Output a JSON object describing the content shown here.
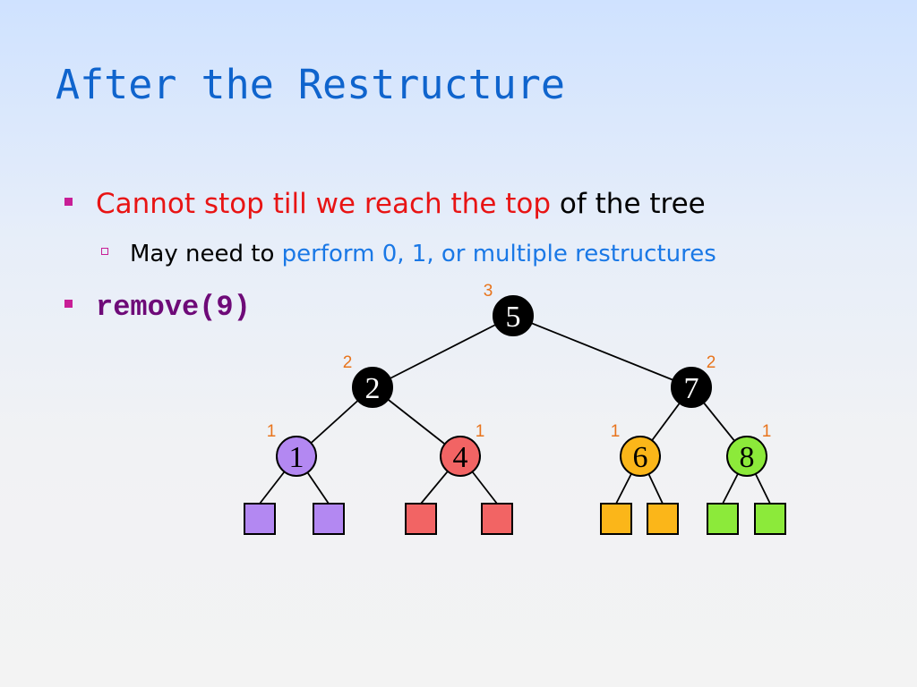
{
  "slide": {
    "title": "After the Restructure",
    "bullets": [
      {
        "red_text": "Cannot stop till we reach the top",
        "black_text": " of the tree"
      }
    ],
    "sub_bullets": [
      {
        "black_text": "May need to ",
        "blue_text": "perform 0, 1, or multiple restructures"
      }
    ],
    "code_bullet": "remove(9)"
  },
  "tree": {
    "nodes": [
      {
        "id": "n5",
        "label": "5",
        "height": "3",
        "color": "#000000",
        "text_color": "#ffffff",
        "parent": null
      },
      {
        "id": "n2",
        "label": "2",
        "height": "2",
        "color": "#000000",
        "text_color": "#ffffff",
        "parent": "n5"
      },
      {
        "id": "n7",
        "label": "7",
        "height": "2",
        "color": "#000000",
        "text_color": "#ffffff",
        "parent": "n5"
      },
      {
        "id": "n1",
        "label": "1",
        "height": "1",
        "color": "#b388f2",
        "text_color": "#000000",
        "parent": "n2"
      },
      {
        "id": "n4",
        "label": "4",
        "height": "1",
        "color": "#f26464",
        "text_color": "#000000",
        "parent": "n2"
      },
      {
        "id": "n6",
        "label": "6",
        "height": "1",
        "color": "#fbb619",
        "text_color": "#000000",
        "parent": "n7"
      },
      {
        "id": "n8",
        "label": "8",
        "height": "1",
        "color": "#8cea3a",
        "text_color": "#000000",
        "parent": "n7"
      }
    ],
    "leaves": [
      {
        "parent": "n1",
        "color": "#b388f2"
      },
      {
        "parent": "n1",
        "color": "#b388f2"
      },
      {
        "parent": "n4",
        "color": "#f26464"
      },
      {
        "parent": "n4",
        "color": "#f26464"
      },
      {
        "parent": "n6",
        "color": "#fbb619"
      },
      {
        "parent": "n6",
        "color": "#fbb619"
      },
      {
        "parent": "n8",
        "color": "#8cea3a"
      },
      {
        "parent": "n8",
        "color": "#8cea3a"
      }
    ]
  },
  "colors": {
    "title": "#0f64cd",
    "bullet_marker": "#c81e96",
    "emphasis_red": "#e81414",
    "emphasis_blue": "#1a78e6",
    "code": "#6e0a78",
    "height_label": "#e8741c"
  }
}
